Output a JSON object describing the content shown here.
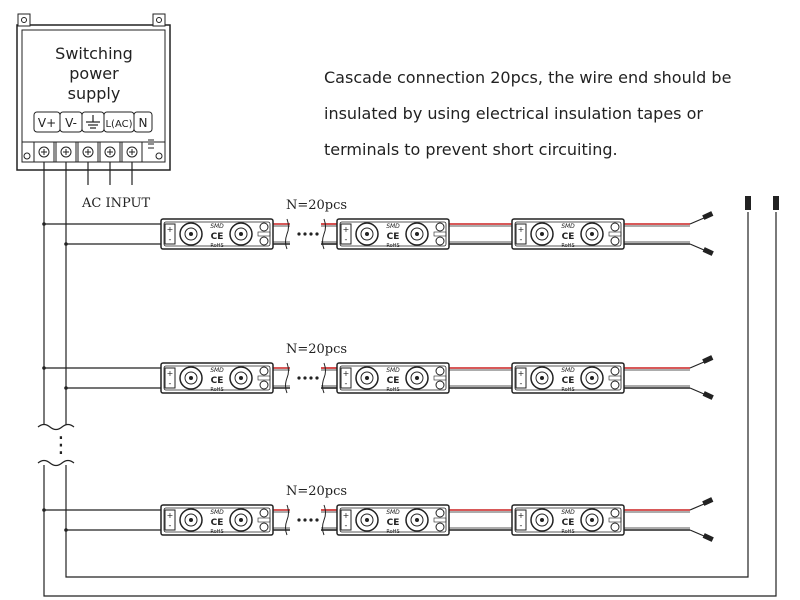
{
  "psu": {
    "title_lines": [
      "Switching",
      "power",
      "supply"
    ],
    "terminals": [
      "V+",
      "V-",
      "⏚",
      "L(AC)",
      "N"
    ],
    "terminal_icon": "ground-icon",
    "input_label": "AC INPUT"
  },
  "note": {
    "lines": [
      "Cascade connection 20pcs, the wire end should be",
      "insulated by using electrical insulation tapes or",
      "terminals to prevent short circuiting."
    ]
  },
  "strings": [
    {
      "count_label": "N=20pcs"
    },
    {
      "count_label": "N=20pcs"
    },
    {
      "count_label": "N=20pcs"
    }
  ],
  "continuation_mark": "⋮",
  "module": {
    "label_top": "SMD",
    "label_ce": "CE",
    "label_rohs": "RoHS",
    "plus": "+",
    "minus": "-"
  },
  "colors": {
    "line": "#222222",
    "red_wire": "#cc2222",
    "module_fill": "#ffffff"
  }
}
